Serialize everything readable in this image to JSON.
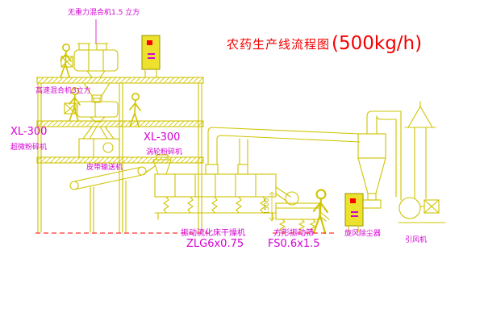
{
  "title": {
    "name": "农药生产线流程图",
    "capacity": "(500kg/h)"
  },
  "labels": {
    "top_mixer": "无重力混合机1.5 立方",
    "high_speed_mixer": "高速混合机3立方",
    "mill_left_model": "XL-300",
    "mill_left_name": "超微粉碎机",
    "mill_mid_model": "XL-300",
    "mill_mid_name": "涡轮粉碎机",
    "belt_conveyor": "皮带输送机",
    "dryer_name": "振动流化床干燥机",
    "dryer_model": "ZLG6x0.75",
    "sieve_name": "方形振动筛",
    "sieve_model": "FS0.6x1.5",
    "dust_collector": "旋风除尘器",
    "fan": "引风机",
    "dim_sieve": "1500"
  },
  "colors": {
    "line": "#cfc400",
    "label": "#d400d4",
    "title": "#f30000",
    "panel_fill": "#ece22e",
    "ground": "#ff0000"
  }
}
